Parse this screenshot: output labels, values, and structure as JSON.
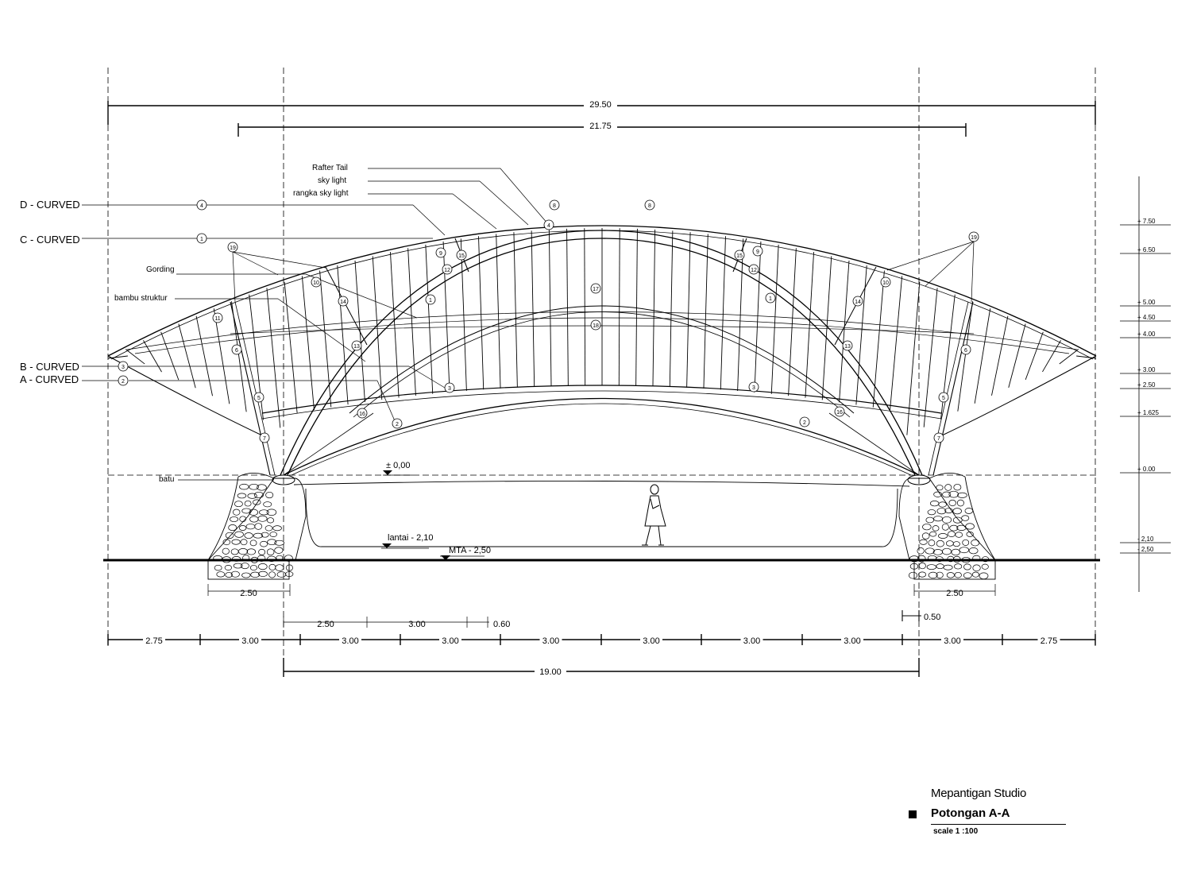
{
  "drawing": {
    "overall_dims": {
      "top": "29.50",
      "second": "21.75",
      "span": "19.00"
    },
    "bottom_dims": [
      "2.75",
      "3.00",
      "3.00",
      "3.00",
      "3.00",
      "3.00",
      "3.00",
      "3.00",
      "3.00",
      "2.75"
    ],
    "sub_dims": [
      "2.50",
      "3.00",
      "0.60"
    ],
    "right_sub_dim": "0.50",
    "footing_dim": "2.50",
    "arch_labels": {
      "d": "D - CURVED",
      "c": "C - CURVED",
      "b": "B - CURVED",
      "a": "A - CURVED"
    },
    "callouts": {
      "rafter_tail": "Rafter Tail",
      "sky_light": "sky light",
      "rangka": "rangka sky light",
      "gording": "Gording",
      "bambu": "bambu struktur",
      "batu": "batu"
    },
    "levels": {
      "zero": "± 0,00",
      "lantai": "lantai - 2,10",
      "mta": "MTA - 2,50"
    },
    "elevation_marks": [
      "+ 7.50",
      "+ 6.50",
      "+ 5.00",
      "+ 4.50",
      "+ 4.00",
      "+ 3.00",
      "+ 2.50",
      "+ 1.625",
      "+ 0.00",
      "- 2,10",
      "- 2,50"
    ],
    "part_numbers": [
      "1",
      "2",
      "3",
      "4",
      "5",
      "6",
      "7",
      "8",
      "9",
      "10",
      "11",
      "12",
      "13",
      "14",
      "15",
      "16",
      "17",
      "18",
      "19"
    ]
  },
  "title_block": {
    "studio": "Mepantigan Studio",
    "title": "Potongan A-A",
    "scale": "scale 1 :100"
  },
  "colors": {
    "line": "#000000",
    "background": "#ffffff"
  }
}
